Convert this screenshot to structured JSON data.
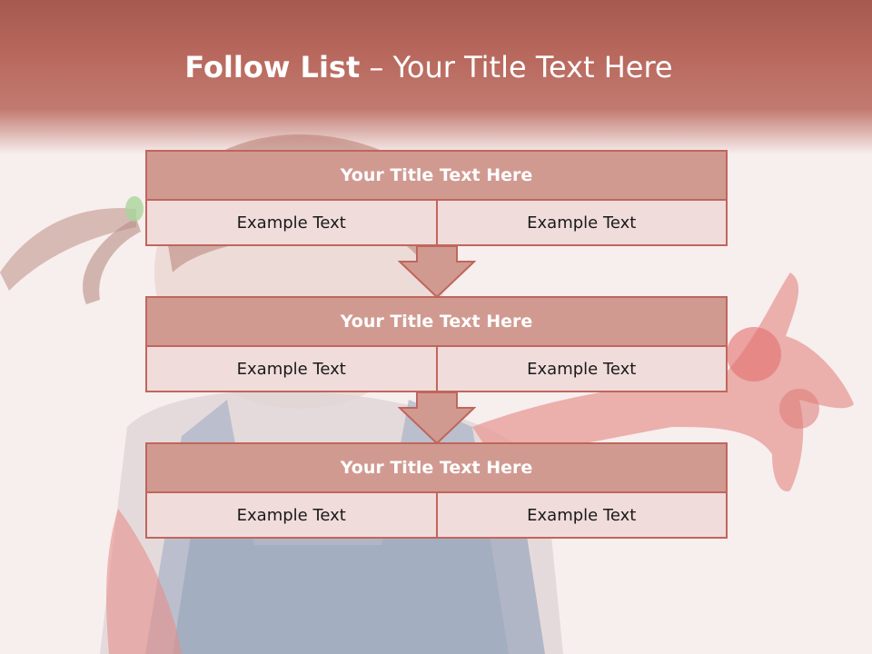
{
  "slide": {
    "title_bold": "Follow List",
    "title_rest": "– Your Title Text Here"
  },
  "blocks": [
    {
      "title": "Your Title Text Here",
      "left": "Example Text",
      "right": "Example Text"
    },
    {
      "title": "Your Title Text Here",
      "left": "Example Text",
      "right": "Example Text"
    },
    {
      "title": "Your Title Text Here",
      "left": "Example Text",
      "right": "Example Text"
    }
  ],
  "colors": {
    "header_band": "#b8685d",
    "block_header": "#d19a91",
    "block_cell": "#f0dcdb",
    "border": "#c0665c"
  }
}
